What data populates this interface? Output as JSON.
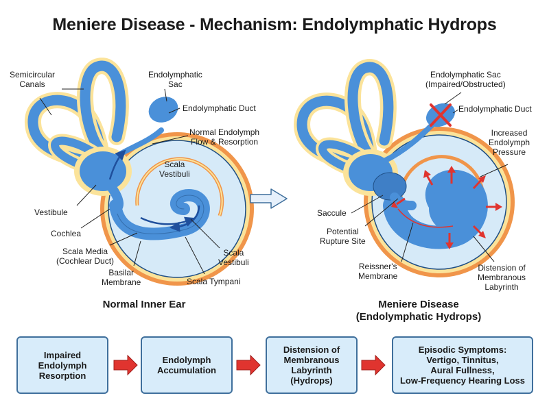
{
  "title": "Meniere Disease - Mechanism: Endolymphatic Hydrops",
  "left_panel": {
    "caption": "Normal Inner Ear",
    "labels": {
      "semicircular_canals": [
        "Semicircular",
        "Canals"
      ],
      "endolymphatic_sac": [
        "Endolymphatic",
        "Sac"
      ],
      "endolymphatic_duct": [
        "Endolymphatic Duct"
      ],
      "normal_flow": [
        "Normal Endolymph",
        "Flow & Resorption"
      ],
      "scala_vestibuli_top": [
        "Scala",
        "Vestibuli"
      ],
      "vestibule": [
        "Vestibule"
      ],
      "cochlea": [
        "Cochlea"
      ],
      "scala_media": [
        "Scala Media",
        "(Cochlear Duct)"
      ],
      "basilar_membrane": [
        "Basilar",
        "Membrane"
      ],
      "scala_vestibuli_bottom": [
        "Scala",
        "Vestibuli"
      ],
      "scala_tympani": [
        "Scala Tympani"
      ]
    }
  },
  "right_panel": {
    "caption": [
      "Meniere Disease",
      "(Endolymphatic Hydrops)"
    ],
    "labels": {
      "endolymphatic_sac": [
        "Endolymphatic Sac",
        "(Impaired/Obstructed)"
      ],
      "endolymphatic_duct": [
        "Endolymphatic Duct"
      ],
      "increased_pressure": [
        "Increased",
        "Endolymph",
        "Pressure"
      ],
      "saccule": [
        "Saccule"
      ],
      "rupture_site": [
        "Potential",
        "Rupture Site"
      ],
      "reissners_membrane": [
        "Reissner's",
        "Membrane"
      ],
      "distension": [
        "Distension of",
        "Membranous",
        "Labyrinth"
      ]
    }
  },
  "flow": [
    {
      "lines": [
        "Impaired",
        "Endolymph",
        "Resorption"
      ]
    },
    {
      "lines": [
        "Endolymph",
        "Accumulation"
      ]
    },
    {
      "lines": [
        "Distension of",
        "Membranous",
        "Labyrinth",
        "(Hydrops)"
      ]
    },
    {
      "lines": [
        "Episodic Symptoms:",
        "Vertigo, Tinnitus,",
        "Aural Fullness,",
        "Low-Frequency Hearing Loss"
      ]
    }
  ],
  "colors": {
    "endolymph": "#4a90d9",
    "endolymph_dark": "#3f7fc6",
    "perilymph": "#fbe39a",
    "cochlea_outer": "#f0954a",
    "cochlea_fill": "#d6eaf8",
    "outline": "#1f4f86",
    "arrow_red": "#e0342f",
    "box_fill": "#d8ecfa",
    "box_border": "#3f6f9c"
  }
}
